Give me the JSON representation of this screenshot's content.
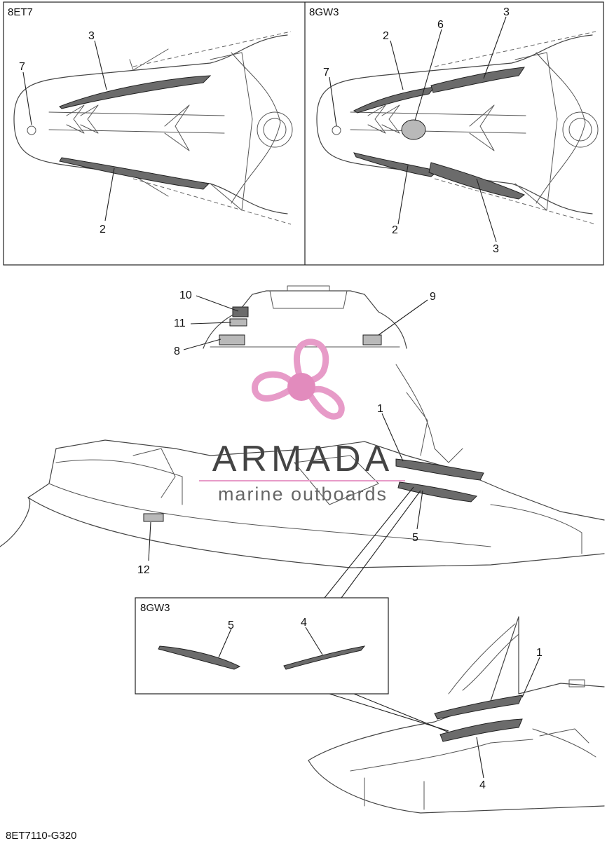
{
  "diagram": {
    "panels": {
      "top_left": {
        "label": "8ET7"
      },
      "top_right": {
        "label": "8GW3"
      },
      "bottom_inset": {
        "label": "8GW3"
      }
    },
    "callouts": {
      "tl_3": "3",
      "tl_7": "7",
      "tl_2": "2",
      "tr_2a": "2",
      "tr_6": "6",
      "tr_3a": "3",
      "tr_7": "7",
      "tr_2b": "2",
      "tr_3b": "3",
      "hood_10": "10",
      "hood_11": "11",
      "hood_8": "8",
      "hood_9": "9",
      "body_1": "1",
      "body_5": "5",
      "body_12": "12",
      "inset_5": "5",
      "inset_4": "4",
      "br_1": "1",
      "br_4": "4"
    },
    "watermark": {
      "title": "ARMADA",
      "subtitle": "marine outboards",
      "colors": {
        "propeller": "#e79bc8",
        "hub": "#e28bbd",
        "text": "#4a4a4a"
      }
    },
    "part_code": "8ET7110-G320"
  }
}
